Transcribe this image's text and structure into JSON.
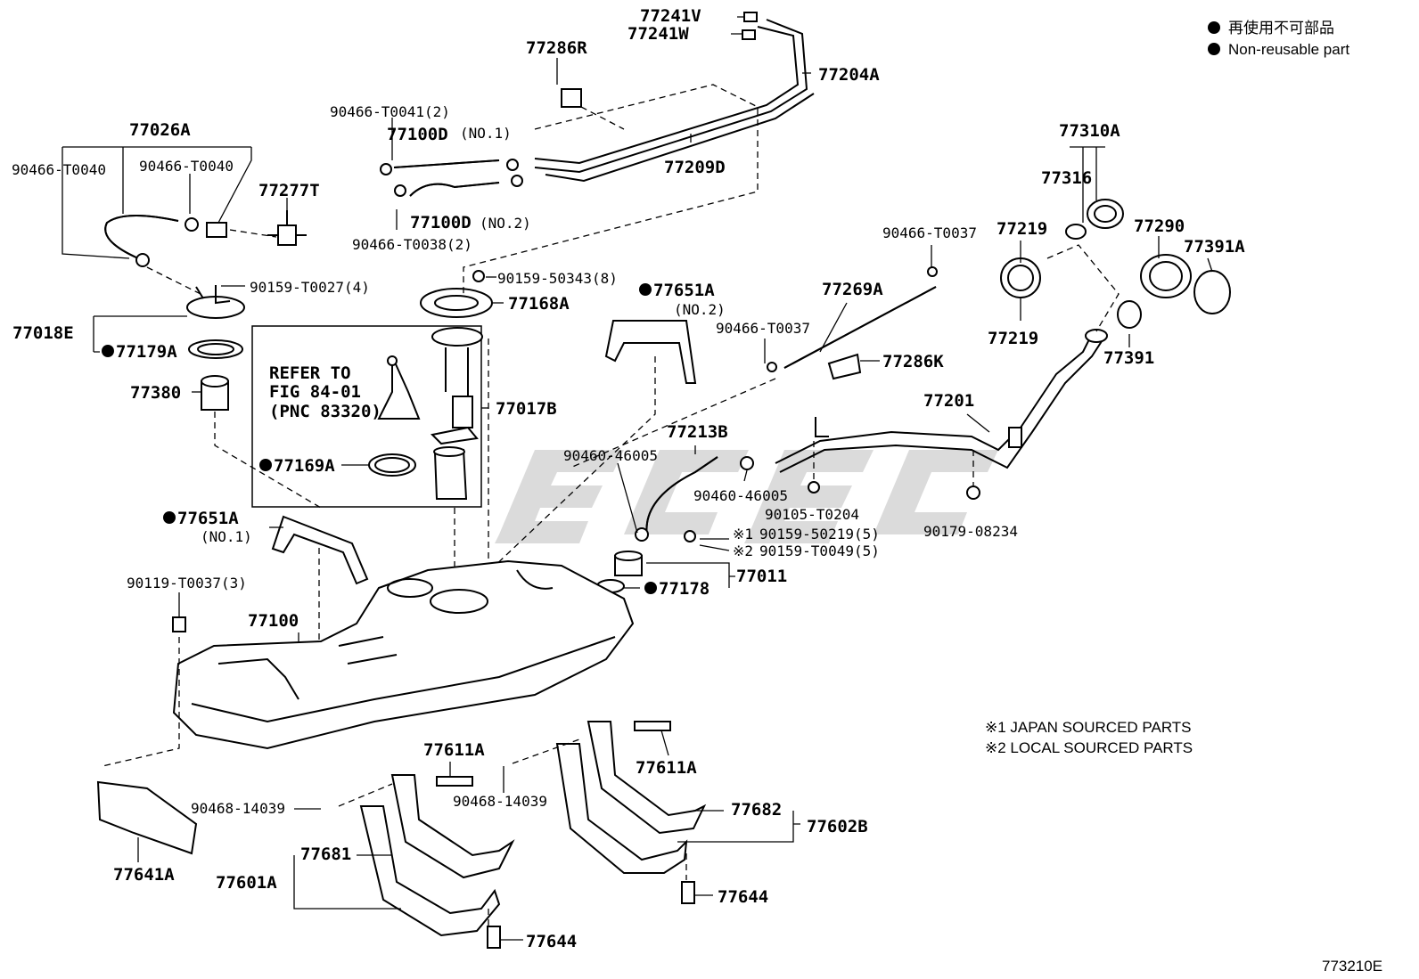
{
  "legend": {
    "jp": "再使用不可部品",
    "en": "Non-reusable part",
    "bullet": "●"
  },
  "notes": {
    "japan": "※1 JAPAN SOURCED PARTS",
    "local": "※2 LOCAL SOURCED PARTS"
  },
  "figure_id": "773210E",
  "refer": {
    "line1": "REFER TO",
    "line2": "FIG 84-01",
    "line3": "(PNC 83320)"
  },
  "labels": {
    "p77241V": "77241V",
    "p77241W": "77241W",
    "p77204A": "77204A",
    "p77286R": "77286R",
    "p90466_T0041": "90466-T0041(2)",
    "p77100D_1": "77100D",
    "p77100D_1q": "(NO.1)",
    "p77209D": "77209D",
    "p77100D_2": "77100D",
    "p77100D_2q": "(NO.2)",
    "p90466_T0038": "90466-T0038(2)",
    "p77026A": "77026A",
    "p90466_T0040a": "90466-T0040",
    "p90466_T0040b": "90466-T0040",
    "p77277T": "77277T",
    "p90159_T0027": "90159-T0027(4)",
    "p90159_50343": "90159-50343(8)",
    "p77168A": "77168A",
    "p77018E": "77018E",
    "p77179A": "77179A",
    "p77380": "77380",
    "p77017B": "77017B",
    "p77169A": "77169A",
    "p77651A_2": "77651A",
    "p77651A_2q": "(NO.2)",
    "p90466_T0037a": "90466-T0037",
    "p90466_T0037b": "90466-T0037",
    "p77269A": "77269A",
    "p77286K": "77286K",
    "p77310A": "77310A",
    "p77316": "77316",
    "p77219a": "77219",
    "p77219b": "77219",
    "p77290": "77290",
    "p77391A": "77391A",
    "p77391": "77391",
    "p77201": "77201",
    "p77213B": "77213B",
    "p90460_46005a": "90460-46005",
    "p90460_46005b": "90460-46005",
    "p90105_T0204": "90105-T0204",
    "p90179_08234": "90179-08234",
    "p90159_50219": "90159-50219(5)",
    "p90159_50219m": "※1",
    "p90159_T0049": "90159-T0049(5)",
    "p90159_T0049m": "※2",
    "p77011": "77011",
    "p77178": "77178",
    "p77651A_1": "77651A",
    "p77651A_1q": "(NO.1)",
    "p90119_T0037": "90119-T0037(3)",
    "p77100": "77100",
    "p77611A_a": "77611A",
    "p77611A_b": "77611A",
    "p90468_14039a": "90468-14039",
    "p90468_14039b": "90468-14039",
    "p77641A": "77641A",
    "p77681": "77681",
    "p77601A": "77601A",
    "p77682": "77682",
    "p77602B": "77602B",
    "p77644a": "77644",
    "p77644b": "77644"
  }
}
